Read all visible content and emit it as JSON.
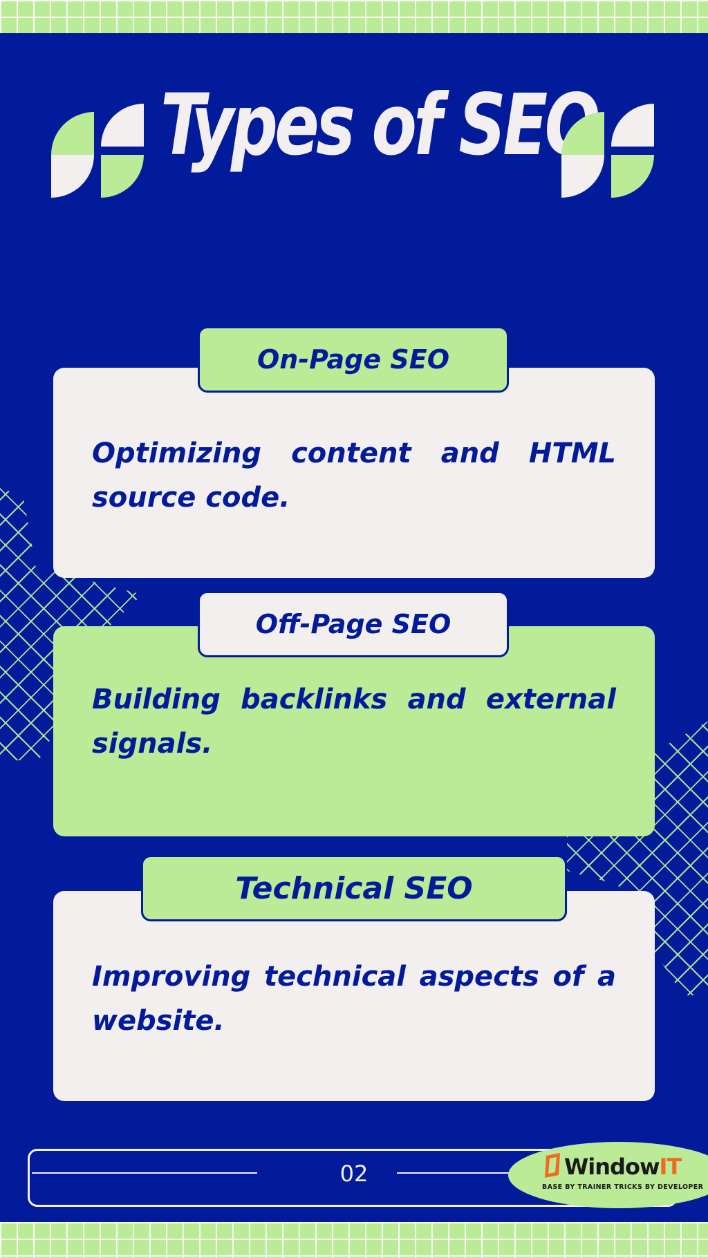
{
  "header": {
    "title": "Types of SEO"
  },
  "cards": [
    {
      "tab_label": "On-Page SEO",
      "description": "Optimizing content and HTML source code."
    },
    {
      "tab_label": "Off-Page SEO",
      "description": "Building backlinks and external signals."
    },
    {
      "tab_label": "Technical SEO",
      "description": "Improving technical aspects of a website."
    }
  ],
  "footer": {
    "page_number": "02"
  },
  "brand": {
    "name_part1": "Window",
    "name_part2": "IT",
    "tagline": "BASE BY TRAINER TRICKS BY DEVELOPER",
    "icon": "window-logo-icon"
  },
  "colors": {
    "background": "#021b9a",
    "accent_green": "#bceb97",
    "card_light": "#f3efef",
    "brand_orange": "#ef6a1f"
  }
}
